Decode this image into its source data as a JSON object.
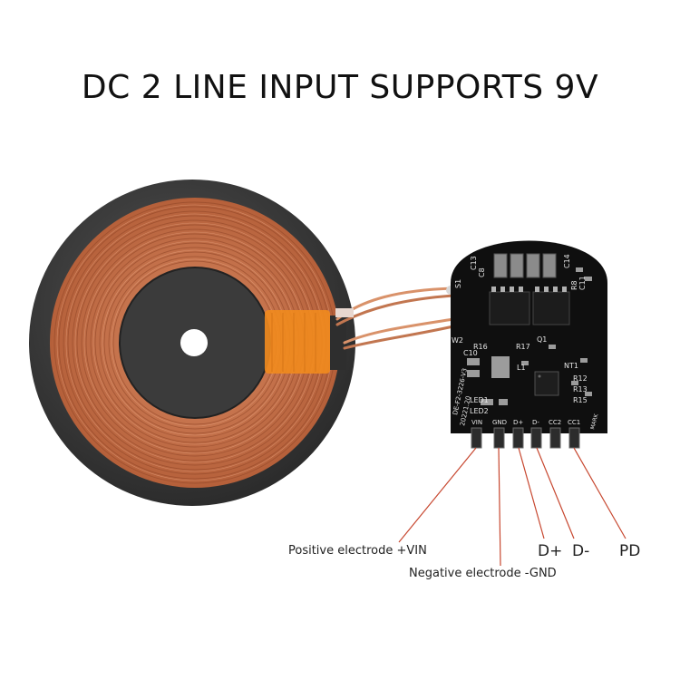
{
  "headline": "DC 2 LINE INPUT SUPPORTS 9V",
  "callouts": {
    "vin": "Positive electrode +VIN",
    "gnd": "Negative electrode -GND",
    "d_plus": "D+",
    "d_minus": "D-",
    "pd": "PD"
  },
  "board_labels": {
    "cap_a": "C13",
    "cap_b": "C8",
    "cap_c": "C14",
    "res_a": "R8",
    "res_b": "C11",
    "coil_a": "S1",
    "coil_b": "W2",
    "q": "Q1",
    "r16": "R16",
    "r17": "R17",
    "c10": "C10",
    "l1": "L1",
    "nt1": "NT1",
    "led1": "LED1",
    "led2": "LED2",
    "r12": "R12",
    "r13": "R13",
    "r15": "R15",
    "pcb_code": "DE-F2-3226-V3",
    "pcb_date": "20221.20",
    "pin_vin": "VIN",
    "pin_gnd": "GND",
    "pin_dplus": "D+",
    "pin_dminus": "D-",
    "pin_cc2": "CC2",
    "pin_cc1": "CC1",
    "mark": "MARK"
  },
  "colors": {
    "coil": "#c8734a",
    "ferrite": "#3a3a3a",
    "pcb": "#0f0f0f",
    "tape": "#f08a1e",
    "wire": "#c7472f"
  }
}
